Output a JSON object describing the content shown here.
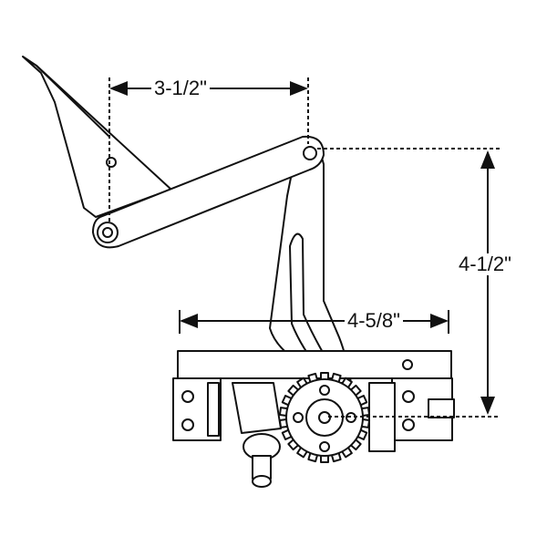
{
  "diagram": {
    "dimensions": {
      "arm_span": "3-1/2\"",
      "height": "4-1/2\"",
      "base_width": "4-5/8\""
    },
    "colors": {
      "line": "#111111",
      "fill": "#ffffff"
    }
  }
}
